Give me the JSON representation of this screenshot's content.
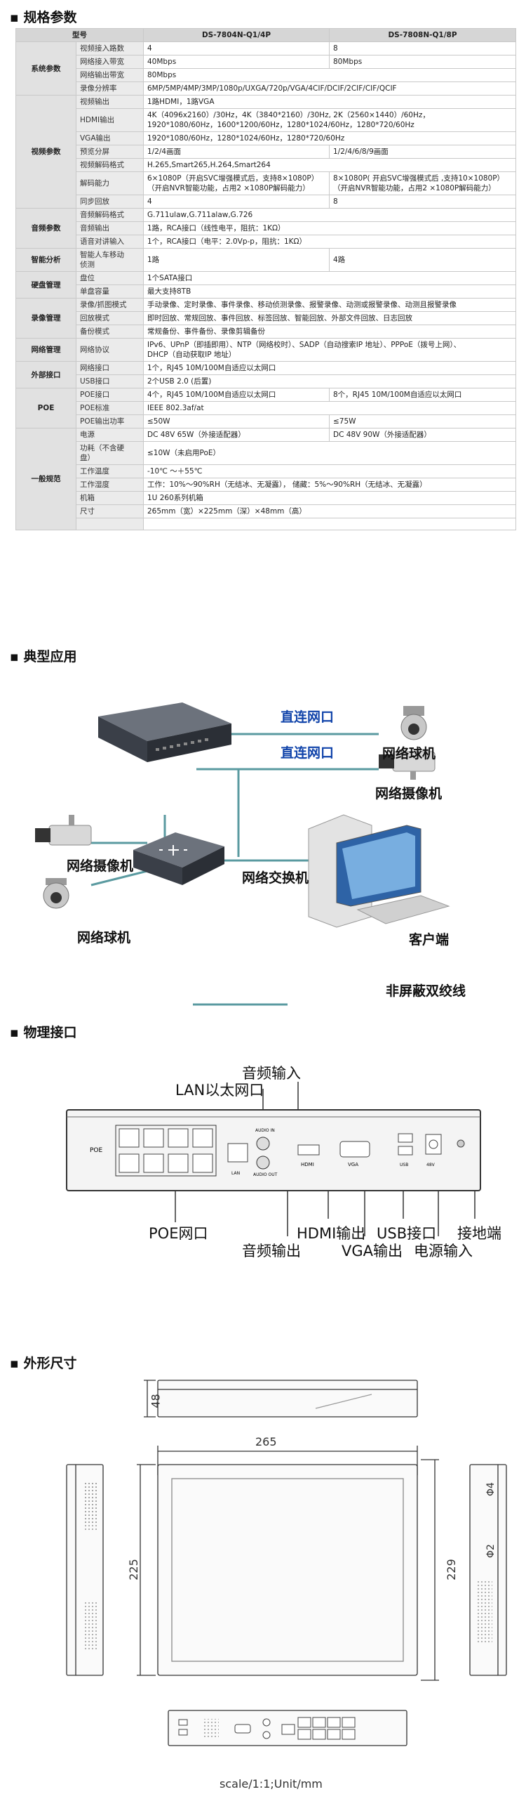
{
  "sections": {
    "spec": "规格参数",
    "app": "典型应用",
    "iface": "物理接口",
    "dim": "外形尺寸"
  },
  "table": {
    "header": [
      "型号",
      "DS-7804N-Q1/4P",
      "DS-7808N-Q1/8P"
    ],
    "groups": {
      "sys": "系统参数",
      "video": "视频参数",
      "audio": "音频参数",
      "smart": "智能分析",
      "disk": "硬盘管理",
      "rec": "录像管理",
      "net": "网络管理",
      "ext": "外部接口",
      "poe": "POE",
      "gen": "一般规范"
    },
    "rows": [
      {
        "sub": "视频接入路数",
        "a": "4",
        "b": "8"
      },
      {
        "sub": "网络接入带宽",
        "a": "40Mbps",
        "b": "80Mbps"
      },
      {
        "sub": "网络输出带宽",
        "ab": "80Mbps"
      },
      {
        "sub": "录像分辨率",
        "ab": "6MP/5MP/4MP/3MP/1080p/UXGA/720p/VGA/4CIF/DCIF/2CIF/CIF/QCIF"
      },
      {
        "sub": "视频输出",
        "ab": "1路HDMI，1路VGA"
      },
      {
        "sub": "HDMI输出",
        "ab1": "4K（4096x2160）/30Hz，4K（3840*2160）/30Hz, 2K（2560×1440）/60Hz，",
        "ab2": "1920*1080/60Hz，1600*1200/60Hz，1280*1024/60Hz，1280*720/60Hz"
      },
      {
        "sub": "VGA输出",
        "ab": "1920*1080/60Hz，1280*1024/60Hz，1280*720/60Hz"
      },
      {
        "sub": "预览分屏",
        "a": "1/2/4画面",
        "b": "1/2/4/6/8/9画面"
      },
      {
        "sub": "视频解码格式",
        "ab": "H.265,Smart265,H.264,Smart264"
      },
      {
        "sub": "解码能力",
        "a1": "6×1080P（开启SVC增强模式后，支持8×1080P）",
        "a2": "（开启NVR智能功能，占用2 ×1080P解码能力）",
        "b1": "8×1080P( 开启SVC增强模式后 ,支持10×1080P）",
        "b2": "（开启NVR智能功能，占用2 ×1080P解码能力）"
      },
      {
        "sub": "同步回放",
        "a": "4",
        "b": "8"
      },
      {
        "sub": "音频解码格式",
        "ab": "G.711ulaw,G.711alaw,G.726"
      },
      {
        "sub": "音频输出",
        "ab": "1路，RCA接口（线性电平，阻抗：1KΩ）"
      },
      {
        "sub": "语音对讲输入",
        "ab": "1个，RCA接口（电平：2.0Vp-p，阻抗：1KΩ）"
      },
      {
        "sub1": "智能人车移动",
        "sub2": "侦测",
        "a": "1路",
        "b": "4路"
      },
      {
        "sub": "盘位",
        "ab": "1个SATA接口"
      },
      {
        "sub": "单盘容量",
        "ab": "最大支持8TB"
      },
      {
        "sub": "录像/抓图模式",
        "ab": "手动录像、定时录像、事件录像、移动侦测录像、报警录像、动测或报警录像、动测且报警录像"
      },
      {
        "sub": "回放模式",
        "ab": "即时回放、常规回放、事件回放、标签回放、智能回放、外部文件回放、日志回放"
      },
      {
        "sub": "备份模式",
        "ab": "常规备份、事件备份、录像剪辑备份"
      },
      {
        "sub": "网络协议",
        "ab1": "IPv6、UPnP（即插即用）、NTP（网络校时）、SADP（自动搜索IP 地址）、PPPoE（拨号上网）、",
        "ab2": "DHCP（自动获取IP 地址）"
      },
      {
        "sub": "网络接口",
        "ab": "1个，RJ45 10M/100M自适应以太网口"
      },
      {
        "sub": "USB接口",
        "ab": "2个USB 2.0 (后置)"
      },
      {
        "sub": "POE接口",
        "a": "4个，RJ45 10M/100M自适应以太网口",
        "b": "8个，RJ45 10M/100M自适应以太网口"
      },
      {
        "sub": "POE标准",
        "ab": "IEEE 802.3af/at"
      },
      {
        "sub": "POE输出功率",
        "a": "≤50W",
        "b": "≤75W"
      },
      {
        "sub": "电源",
        "a": "DC 48V 65W（外接适配器）",
        "b": "DC 48V 90W（外接适配器）"
      },
      {
        "sub1": "功耗（不含硬",
        "sub2": "盘）",
        "ab": "≤10W（未启用PoE）"
      },
      {
        "sub": "工作温度",
        "ab": "-10℃ ～＋55℃"
      },
      {
        "sub": "工作湿度",
        "ab": "工作：10%～90%RH（无结冰、无凝露）， 储藏：5%～90%RH（无结冰、无凝露）"
      },
      {
        "sub": "机箱",
        "ab": "1U 260系列机箱"
      },
      {
        "sub": "尺寸",
        "ab": "265mm（宽）×225mm（深）×48mm（高）"
      }
    ]
  },
  "app": {
    "direct1": "直连网口",
    "direct2": "直连网口",
    "dome1": "网络球机",
    "cam1": "网络摄像机",
    "cam2": "网络摄像机",
    "dome2": "网络球机",
    "switch": "网络交换机",
    "client": "客户端",
    "legend": "非屏蔽双绞线",
    "colors": {
      "line": "#5a9aa0",
      "device": "#3a3f48"
    }
  },
  "iface": {
    "audio_in": "音频输入",
    "lan": "LAN以太网口",
    "poe": "POE网口",
    "audio_out": "音频输出",
    "hdmi": "HDMI输出",
    "vga": "VGA输出",
    "usb": "USB接口",
    "power": "电源输入",
    "ground": "接地端",
    "panel": {
      "poe": "POE",
      "lan": "LAN",
      "audio_out": "AUDIO OUT",
      "audio_in": "AUDIO IN",
      "hdmi": "HDMI",
      "vga": "VGA",
      "usb": "USB",
      "power": "48V"
    }
  },
  "dim": {
    "h": "48",
    "w": "265",
    "d": "225",
    "d2": "229",
    "hole1": "Φ4",
    "hole2": "Φ2",
    "scale": "scale/1:1;Unit/mm"
  }
}
